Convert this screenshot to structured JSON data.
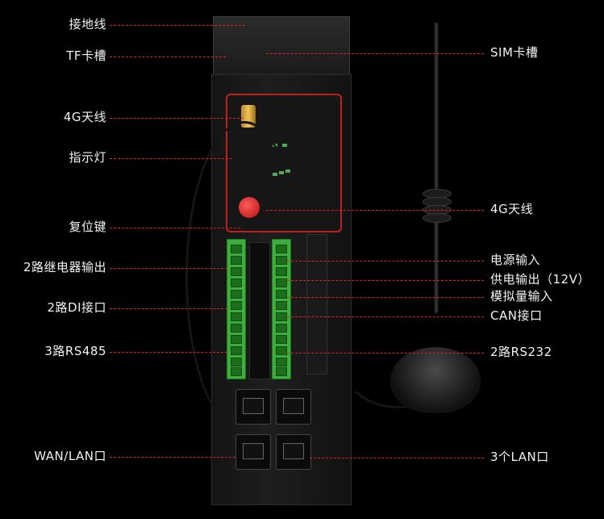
{
  "left_labels": [
    "接地线",
    "TF卡槽",
    "4G天线",
    "指示灯",
    "复位键",
    "2路继电器输出",
    "2路DI接口",
    "3路RS485",
    "WAN/LAN口"
  ],
  "right_labels": [
    "SIM卡槽",
    "4G天线",
    "电源输入",
    "供电输出（12V）",
    "模拟量输入",
    "CAN接口",
    "2路RS232",
    "3个LAN口"
  ],
  "colors": {
    "callout_line": "#e02222",
    "label_text": "#f2f2f2",
    "terminal_green": "#3cae3c",
    "background": "#000000"
  }
}
